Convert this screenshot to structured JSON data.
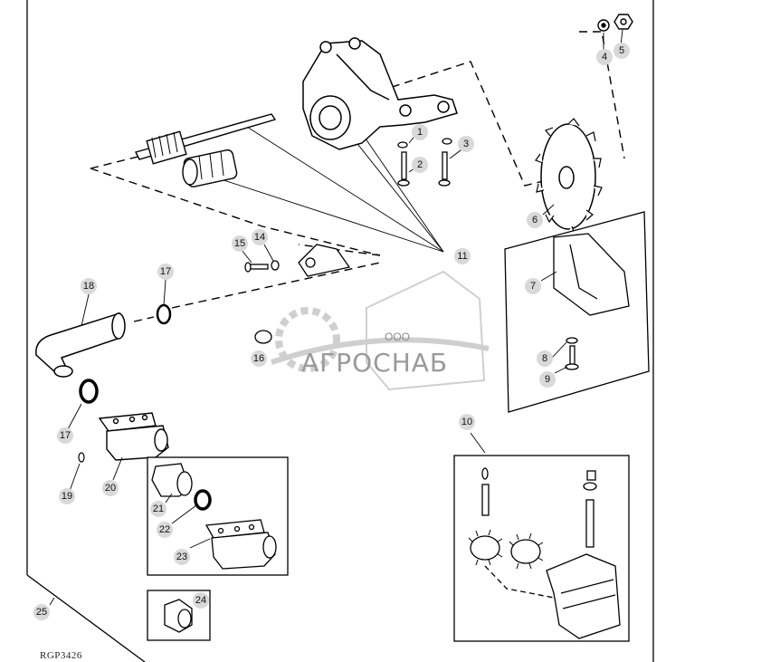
{
  "figure_code": "RGP3426",
  "watermark": {
    "line1": "ООО",
    "line2": "АГРОСНАБ"
  },
  "callouts": [
    {
      "id": "c1",
      "text": "1"
    },
    {
      "id": "c2",
      "text": "2"
    },
    {
      "id": "c3",
      "text": "3"
    },
    {
      "id": "c4",
      "text": "4"
    },
    {
      "id": "c5",
      "text": "5"
    },
    {
      "id": "c6",
      "text": "6"
    },
    {
      "id": "c7",
      "text": "7"
    },
    {
      "id": "c8",
      "text": "8"
    },
    {
      "id": "c9",
      "text": "9"
    },
    {
      "id": "c10",
      "text": "10"
    },
    {
      "id": "c11",
      "text": "11"
    },
    {
      "id": "c14",
      "text": "14"
    },
    {
      "id": "c15",
      "text": "15"
    },
    {
      "id": "c16",
      "text": "16"
    },
    {
      "id": "c17a",
      "text": "17"
    },
    {
      "id": "c17b",
      "text": "17"
    },
    {
      "id": "c18",
      "text": "18"
    },
    {
      "id": "c19",
      "text": "19"
    },
    {
      "id": "c20",
      "text": "20"
    },
    {
      "id": "c21",
      "text": "21"
    },
    {
      "id": "c22",
      "text": "22"
    },
    {
      "id": "c23",
      "text": "23"
    },
    {
      "id": "c24",
      "text": "24"
    },
    {
      "id": "c25",
      "text": "25"
    }
  ]
}
